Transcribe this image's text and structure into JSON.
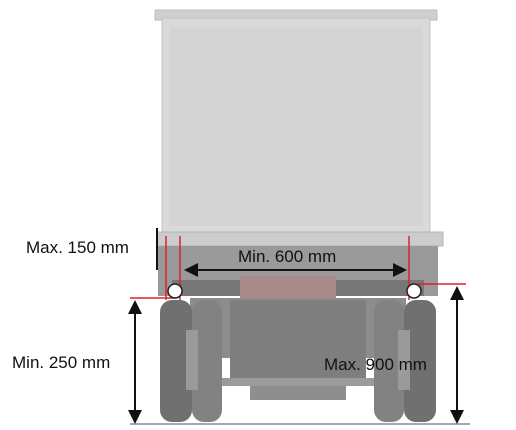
{
  "diagram": {
    "labels": {
      "max_side_offset": "Max. 150 mm",
      "min_light_spacing": "Min. 600 mm",
      "min_height": "Min. 250 mm",
      "max_height": "Max. 900 mm"
    },
    "colors": {
      "dimension_line": "#e0202a",
      "arrow": "#111111",
      "body": "#d8d8d8",
      "body_edge": "#bdbdbd",
      "chassis": "#8a8a8a",
      "tyre": "#7a7a7a",
      "ground": "#9ea3b0"
    }
  }
}
